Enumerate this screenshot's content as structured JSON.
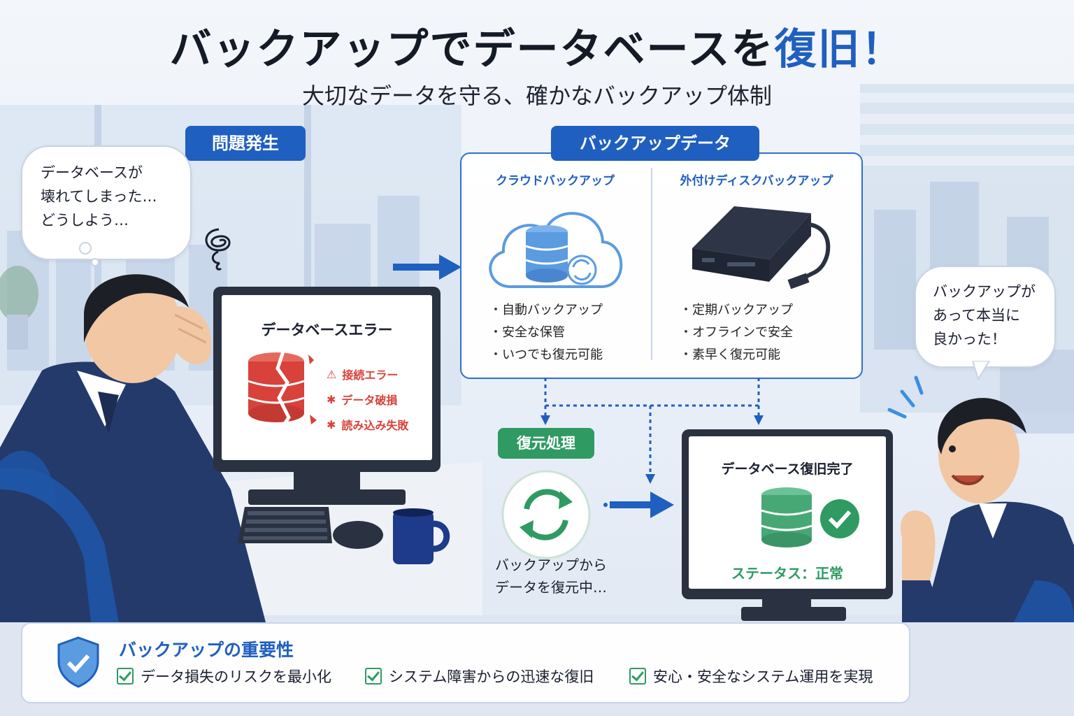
{
  "header": {
    "title_main": "バックアップでデータベースを",
    "title_accent": "復旧！",
    "subtitle": "大切なデータを守る、確かなバックアップ体制"
  },
  "problem": {
    "label": "問題発生",
    "speech": [
      "データベースが",
      "壊れてしまった…",
      "どうしよう…"
    ],
    "screen_title": "データベースエラー",
    "errors": [
      "接続エラー",
      "データ破損",
      "読み込み失敗"
    ]
  },
  "backup": {
    "label": "バックアップデータ",
    "cloud": {
      "title": "クラウドバックアップ",
      "items": [
        "自動バックアップ",
        "安全な保管",
        "いつでも復元可能"
      ]
    },
    "disk": {
      "title": "外付けディスクバックアップ",
      "items": [
        "定期バックアップ",
        "オフラインで安全",
        "素早く復元可能"
      ]
    }
  },
  "restore": {
    "label": "復元処理",
    "caption": [
      "バックアップから",
      "データを復元中…"
    ]
  },
  "result": {
    "screen_title": "データベース復旧完了",
    "status": "ステータス：正常",
    "speech": [
      "バックアップが",
      "あって本当に",
      "良かった！"
    ]
  },
  "importance": {
    "title": "バックアップの重要性",
    "points": [
      "データ損失のリスクを最小化",
      "システム障害からの迅速な復旧",
      "安心・安全なシステム運用を実現"
    ]
  },
  "colors": {
    "brand_blue": "#1f5fbf",
    "error_red": "#d8423a",
    "success_green": "#2f9a62",
    "cloud_db_blue": "#5b9be0"
  }
}
